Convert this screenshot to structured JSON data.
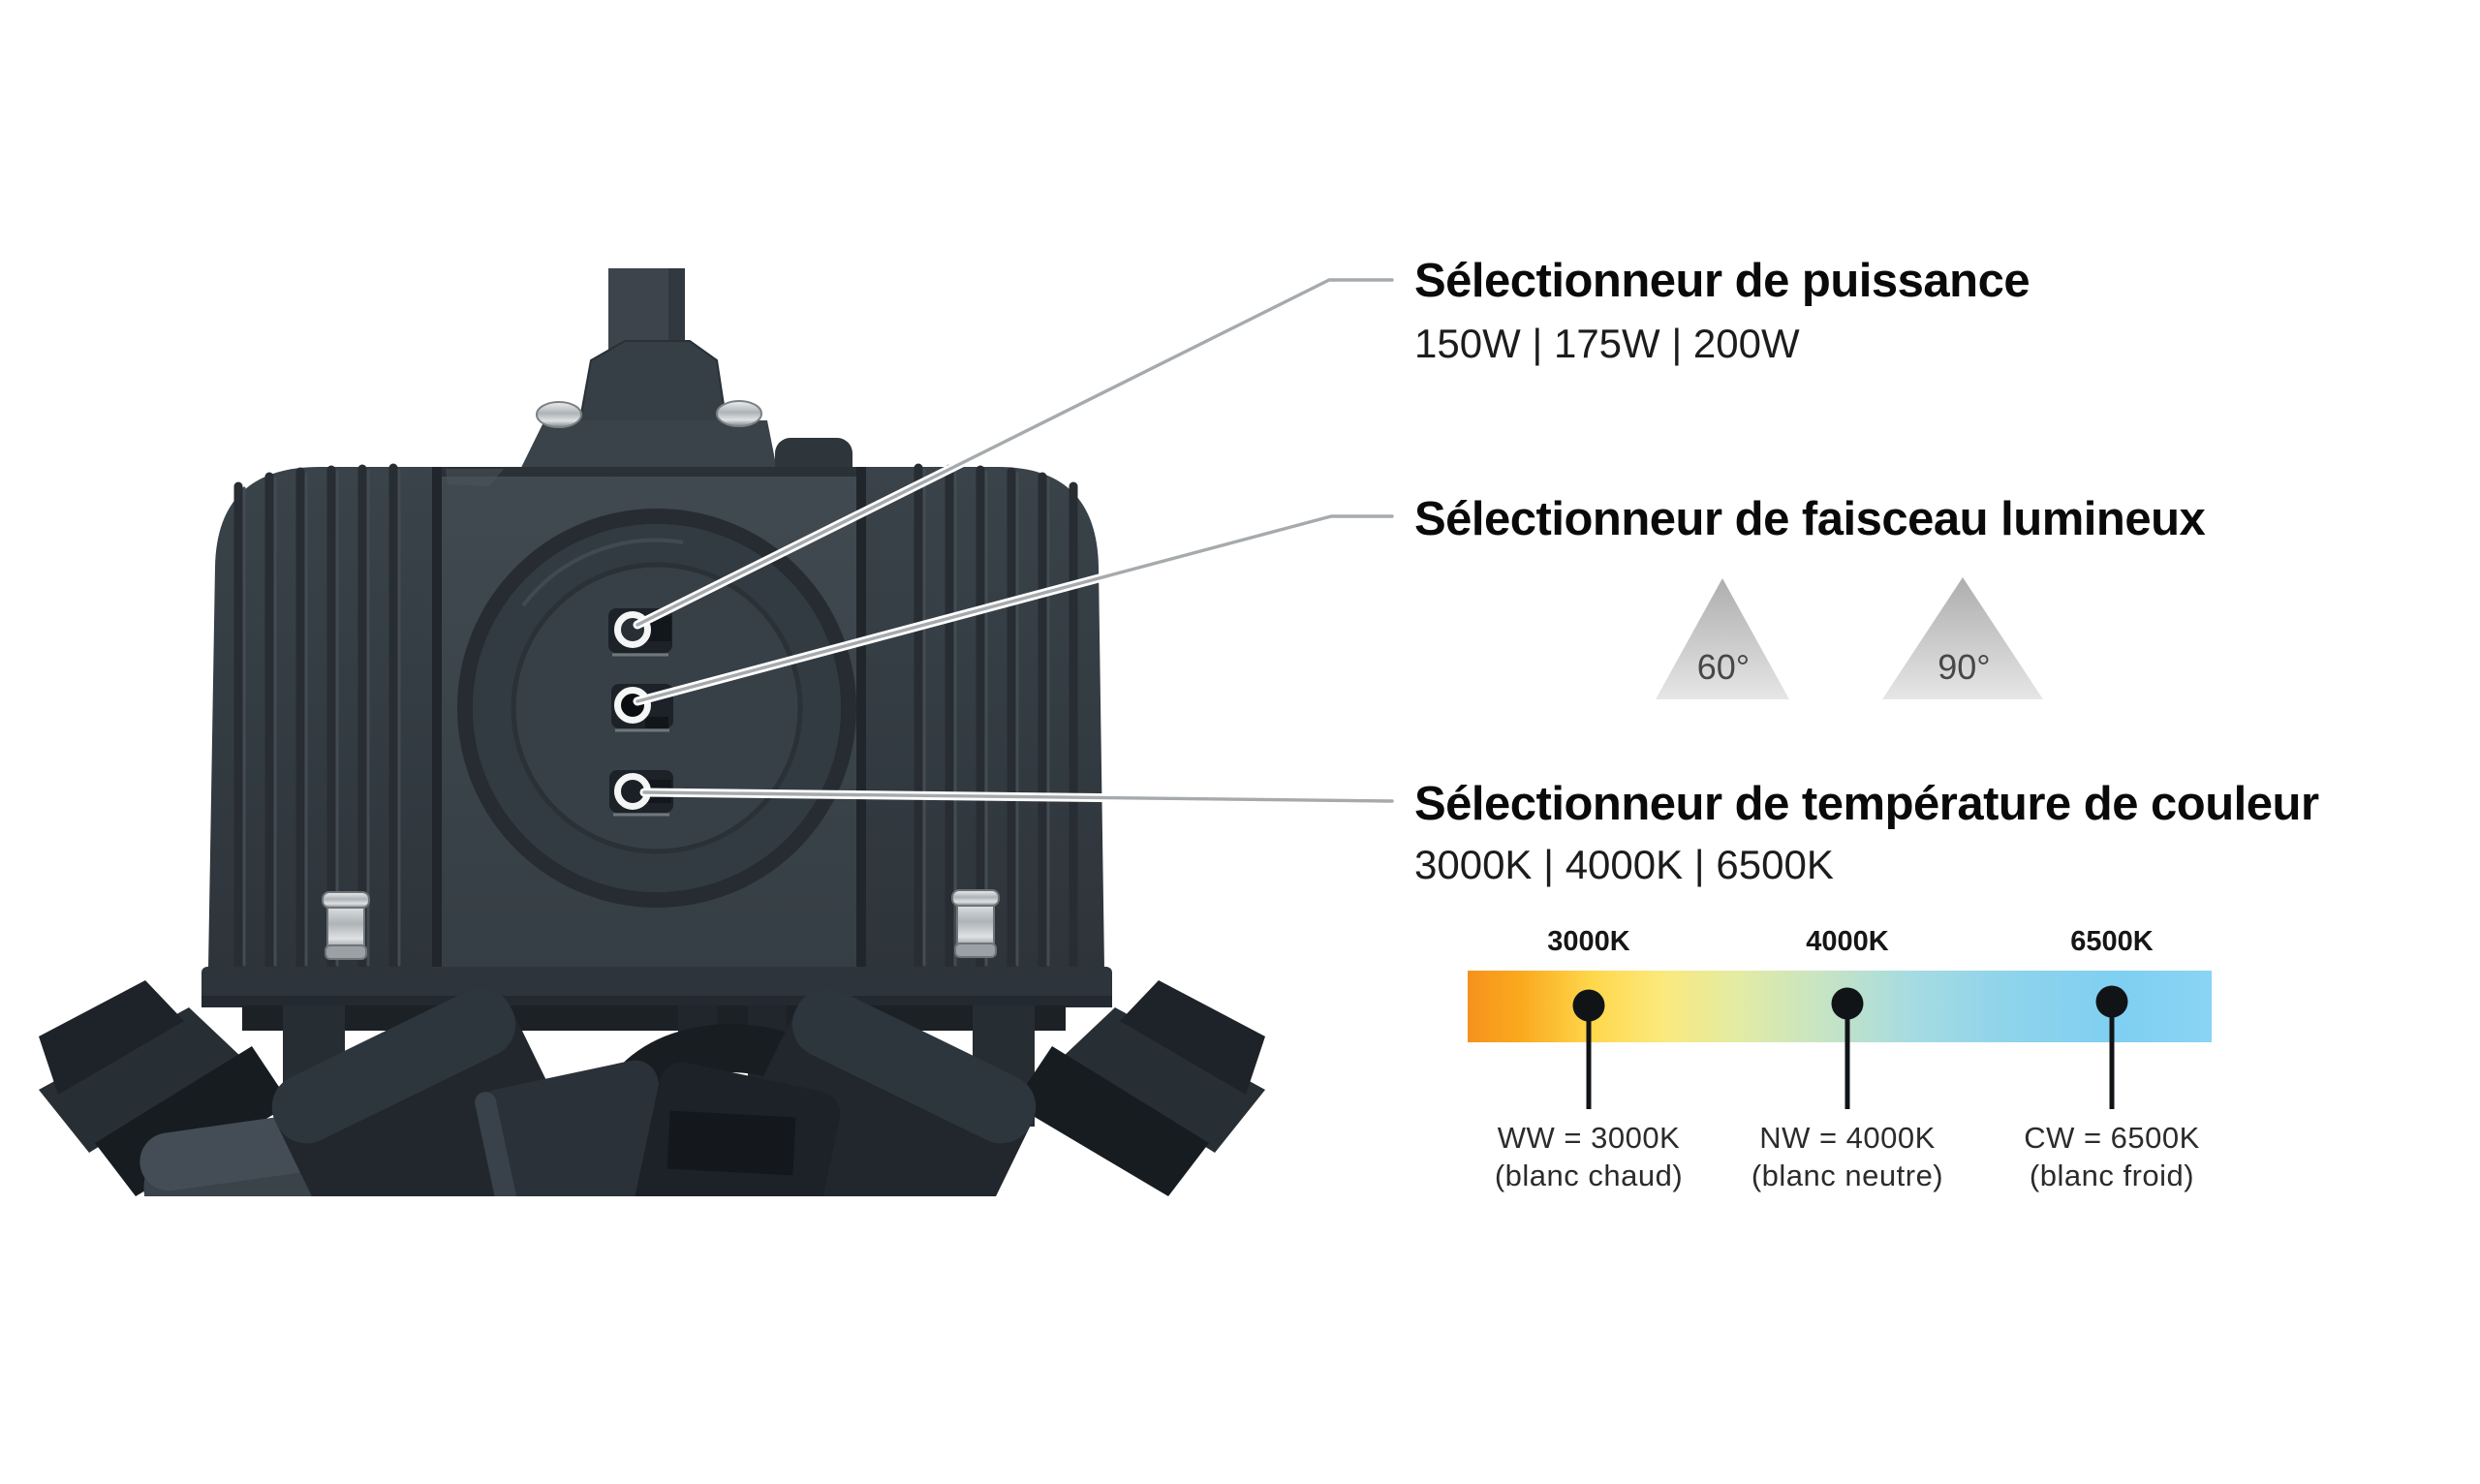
{
  "product": {
    "photo_alt": "luminaire-led-highbay-avec-selecteurs",
    "switch_names": [
      "power-dip-switch",
      "beam-dip-switch",
      "cct-dip-switch"
    ]
  },
  "annotations": {
    "power": {
      "title": "Sélectionneur de puissance",
      "values": "150W | 175W | 200W"
    },
    "beam": {
      "title": "Sélectionneur de faisceau lumineux",
      "options": [
        {
          "label": "60°",
          "icon": "beam-triangle-icon"
        },
        {
          "label": "90°",
          "icon": "beam-triangle-icon"
        }
      ]
    },
    "cct": {
      "title": "Sélectionneur de température de couleur",
      "values": "3000K | 4000K | 6500K",
      "scale": {
        "temps": [
          {
            "label": "3000K",
            "code": "WW = 3000K",
            "desc": "(blanc chaud)"
          },
          {
            "label": "4000K",
            "code": "NW = 4000K",
            "desc": "(blanc neutre)"
          },
          {
            "label": "6500K",
            "code": "CW = 6500K",
            "desc": "(blanc froid)"
          }
        ]
      }
    }
  },
  "colors": {
    "body_dark": "#353d44",
    "body_shadow": "#23282e",
    "annotation_line": "#a6aaad",
    "cct_orange": "#f6921e",
    "cct_yellow": "#ffe14d",
    "cct_green": "#e3eca3",
    "cct_teal": "#a5dbe2",
    "cct_blue": "#7fcff2",
    "triangle_grey": "#c9c9c9",
    "marker_black": "#111417"
  }
}
